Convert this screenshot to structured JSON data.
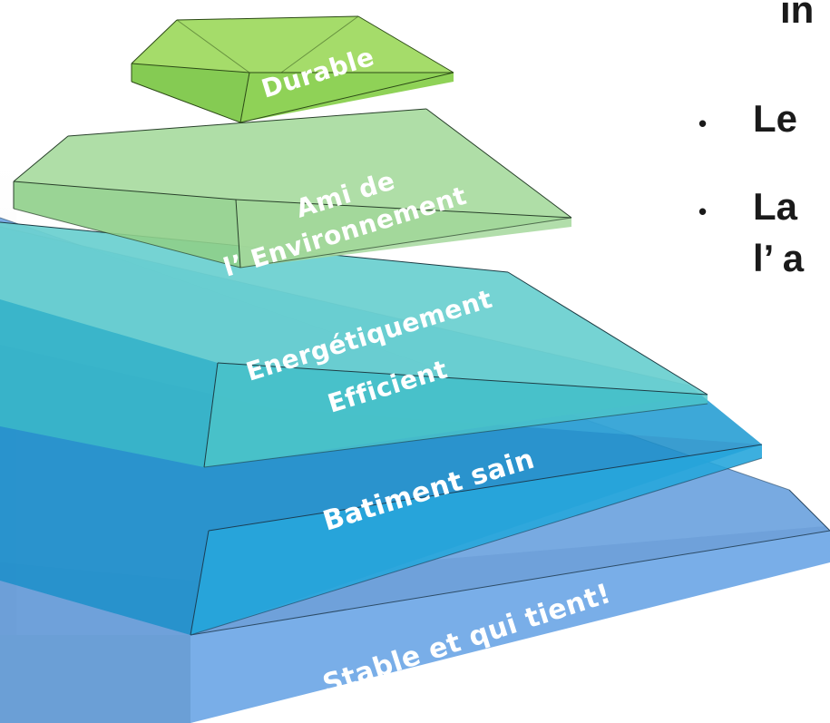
{
  "diagram": {
    "layers": [
      {
        "label": "Durable",
        "color": "#8dd14a"
      },
      {
        "label": "Ami de",
        "label_line2": "l’ Environnement",
        "color": "#a8dca0"
      },
      {
        "label": "Energétiquement",
        "label_line2": "Efficient",
        "color": "#6fd6c8"
      },
      {
        "label": "Batiment sain",
        "color": "#2fa8da"
      },
      {
        "label": "Stable et qui tient!",
        "color": "#6fa8e0"
      }
    ]
  },
  "bullets": [
    {
      "text": "in"
    },
    {
      "text": "Le"
    },
    {
      "text": "La"
    },
    {
      "text": "l’ a"
    }
  ]
}
